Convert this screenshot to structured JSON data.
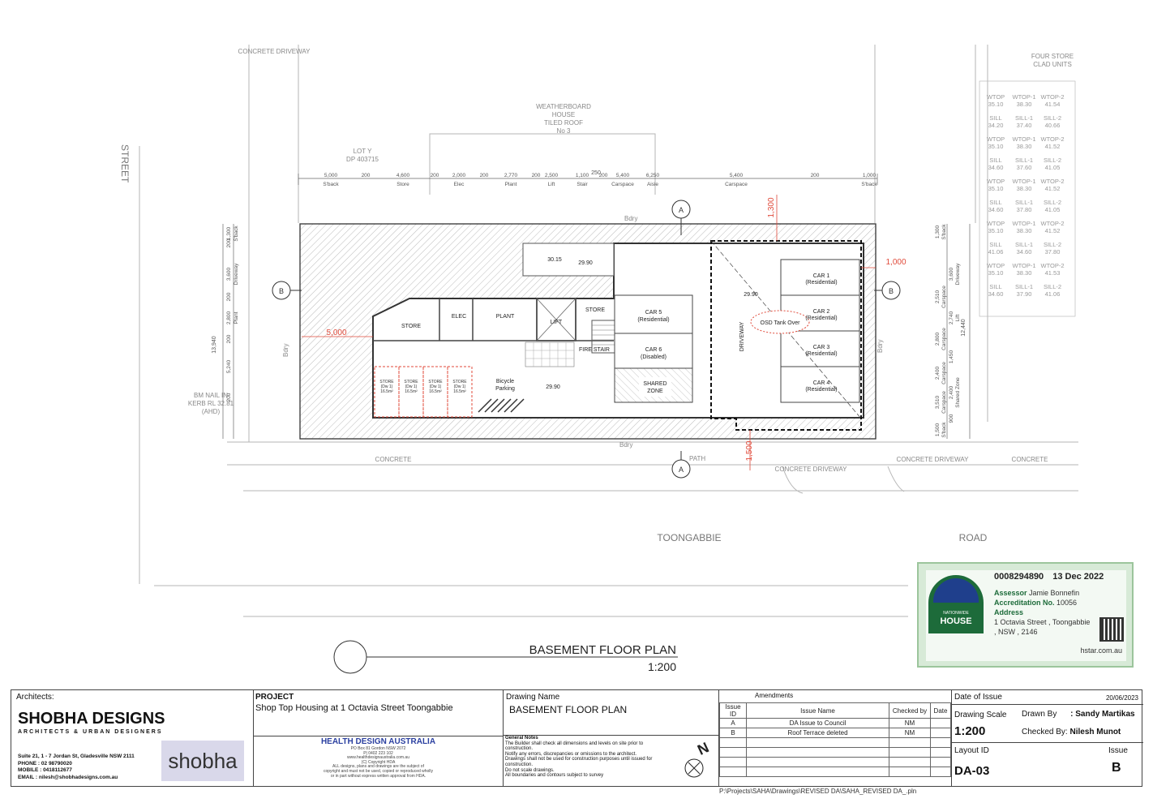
{
  "drawing": {
    "title": "BASEMENT FLOOR PLAN",
    "scale": "1:200",
    "street_left": "STREET",
    "road_bottom_left": "TOONGABBIE",
    "road_bottom_right": "ROAD",
    "concrete_driveway_top": "CONCRETE DRIVEWAY",
    "concrete_left": "CONCRETE",
    "concrete_right": "CONCRETE",
    "concrete_driveway_mid": "CONCRETE DRIVEWAY",
    "concrete_driveway_right": "CONCRETE DRIVEWAY",
    "weatherboard": [
      "WEATHERBOARD",
      "HOUSE",
      "TILED ROOF",
      "No 3"
    ],
    "lot": [
      "LOT Y",
      "DP 403715"
    ],
    "four_store": [
      "FOUR STORE",
      "CLAD UNITS"
    ],
    "bm": [
      "BM NAIL IN",
      "KERB RL 32.81",
      "(AHD)"
    ],
    "rooms": {
      "store_main": "STORE",
      "elec": "ELEC",
      "plant": "PLANT",
      "lift": "LIFT",
      "store_small": "STORE",
      "fire_stair": "FIRE STAIR",
      "bicycle": [
        "Bicycle",
        "Parking"
      ],
      "car5": [
        "CAR 5",
        "(Residential)"
      ],
      "car6": [
        "CAR 6",
        "(Disabled)"
      ],
      "shared": [
        "SHARED",
        "ZONE"
      ],
      "driveway": "DRIVEWAY",
      "car1": [
        "CAR 1",
        "(Residential)"
      ],
      "car2": [
        "CAR 2",
        "(Residential)"
      ],
      "car3": [
        "CAR 3",
        "(Residential)"
      ],
      "car4": [
        "CAR 4",
        "(Residential)"
      ],
      "osd": "OSD Tank Over",
      "stores": [
        [
          "STORE",
          "(Dw 1)",
          "16.5m²"
        ],
        [
          "STORE",
          "(Dw 1)",
          "16.5m²"
        ],
        [
          "STORE",
          "(Dw 1)",
          "16.5m²"
        ],
        [
          "STORE",
          "(Dw 1)",
          "16.5m²"
        ]
      ]
    },
    "levels": [
      "29.90",
      "29.90",
      "30.15",
      "29.90"
    ],
    "dims_top": [
      [
        "5,000",
        "S'back"
      ],
      [
        "200",
        ""
      ],
      [
        "4,600",
        "Store"
      ],
      [
        "200",
        ""
      ],
      [
        "2,000",
        "Elec"
      ],
      [
        "200",
        ""
      ],
      [
        "2,770",
        "Plant"
      ],
      [
        "200",
        ""
      ],
      [
        "2,500",
        "Lift"
      ],
      [
        "1,100",
        "Stair"
      ],
      [
        "200",
        ""
      ],
      [
        "5,400",
        "Carspace"
      ],
      [
        "6,250",
        "Aisle"
      ],
      [
        "5,400",
        "Carspace"
      ],
      [
        "200",
        ""
      ],
      [
        "1,000",
        "S'back"
      ]
    ],
    "dim_250": "250",
    "dims_red": [
      "5,000",
      "1,300",
      "1,000",
      "1,500"
    ],
    "dims_left": [
      [
        "1,300",
        "S'back"
      ],
      [
        "200",
        ""
      ],
      [
        "3,600",
        "Driveway"
      ],
      [
        "200",
        ""
      ],
      [
        "2,800",
        "Plant"
      ],
      [
        "200",
        ""
      ],
      [
        "5,240",
        ""
      ],
      [
        "200",
        ""
      ]
    ],
    "dim_left_total": "13,940",
    "dims_right": [
      [
        "1,300",
        "S'back"
      ],
      [
        "3,600",
        "Driveway"
      ],
      [
        "2,510",
        "Carspace"
      ],
      [
        "2,740",
        "Lift"
      ],
      [
        "2,800",
        "Carspace"
      ],
      [
        "1,450",
        ""
      ],
      [
        "2,400",
        "Carspace"
      ],
      [
        "2,400",
        "Shared Zone"
      ],
      [
        "3,510",
        "Carspace"
      ],
      [
        "900",
        ""
      ],
      [
        "1,500",
        "S'back"
      ]
    ],
    "dim_right_total": "12,440",
    "markers": [
      "A",
      "A",
      "B",
      "B"
    ],
    "bdry": "Bdry",
    "path": "PATH",
    "wtop_grid": [
      [
        "WTOP",
        "35.10",
        "WTOP-1",
        "38.30",
        "WTOP-2",
        "41.54"
      ],
      [
        "SILL",
        "34.20",
        "SILL-1",
        "37.40",
        "SILL-2",
        "40.66"
      ],
      [
        "WTOP",
        "35.10",
        "WTOP-1",
        "38.30",
        "WTOP-2",
        "41.52"
      ],
      [
        "SILL",
        "34.60",
        "SILL-1",
        "37.60",
        "SILL-2",
        "41.05"
      ],
      [
        "WTOP",
        "35.10",
        "WTOP-1",
        "38.30",
        "WTOP-2",
        "41.52"
      ],
      [
        "SILL",
        "34.60",
        "SILL-1",
        "37.80",
        "SILL-2",
        "41.05"
      ],
      [
        "WTOP",
        "35.10",
        "WTOP-1",
        "38.30",
        "WTOP-2",
        "41.52"
      ],
      [
        "SILL",
        "41.06",
        "SILL-1",
        "34.60",
        "SILL-2",
        "37.80"
      ],
      [
        "WTOP",
        "35.10",
        "WTOP-1",
        "38.30",
        "WTOP-2",
        "41.53"
      ],
      [
        "SILL",
        "34.60",
        "SILL-1",
        "37.90",
        "SILL-2",
        "41.06"
      ]
    ]
  },
  "certificate": {
    "number": "0008294890",
    "date": "13 Dec 2022",
    "assessor_label": "Assessor",
    "assessor": "Jamie Bonnefin",
    "accreditation_label": "Accreditation No.",
    "accreditation": "10056",
    "address_label": "Address",
    "address": [
      "1 Octavia Street , Toongabbie",
      ", NSW , 2146"
    ],
    "logo_line1": "NATIONWIDE",
    "logo_line2": "HOUSE",
    "site": "hstar.com.au"
  },
  "titleblock": {
    "architects_label": "Architects:",
    "firm": "SHOBHA DESIGNS",
    "firm_sub": "ARCHITECTS & URBAN DESIGNERS",
    "address": "Suite 21, 1 - 7 Jordan St, Gladesville NSW 2111",
    "phone_label": "PHONE",
    "phone": "02 98790020",
    "mobile_label": "MOBILE",
    "mobile": "0418112677",
    "email_label": "EMAIL",
    "email": "nilesh@shobhadesigns.com.au",
    "logo": "shobha",
    "project_label": "PROJECT",
    "project": "Shop Top Housing at 1 Octavia Street Toongabbie",
    "hda": "HEALTH DESIGN AUSTRALIA",
    "hda_lines": [
      "PO Box 81 Gordon NSW 2072",
      "P| 0402 223 102",
      "www.healthdesignaustralia.com.au",
      "(C) Copyright HDA",
      "ALL designs, plans and drawings are the subject of",
      "copyright and must not be used, copied or reproduced wholly",
      "or in part without express written approval from HDA."
    ],
    "drawing_name_label": "Drawing Name",
    "drawing_name": "BASEMENT FLOOR PLAN",
    "general_notes_label": "General Notes",
    "general_notes": [
      "The Builder shall check all dimensions and levels on site prior to",
      "construction.",
      "Notify any errors, discrepancies or omissions to the architect.",
      "Drawings shall not be used for construction purposes until issued for",
      "construction.",
      "Do not scale drawings.",
      "All boundaries and contours subject to survey"
    ],
    "north": "N",
    "amendments_label": "Amendments",
    "amend_headers": [
      "Issue ID",
      "Issue Name",
      "Checked by",
      "Date"
    ],
    "amendments": [
      [
        "A",
        "DA Issue to Council",
        "NM",
        ""
      ],
      [
        "B",
        "Roof Terrace deleted",
        "NM",
        ""
      ]
    ],
    "date_issue_label": "Date of Issue",
    "date_issue": "20/06/2023",
    "scale_label": "Drawing Scale",
    "scale": "1:200",
    "drawn_by_label": "Drawn By",
    "drawn_by": ": Sandy Martikas",
    "checked_by_label": "Checked By:",
    "checked_by": "Nilesh Munot",
    "layout_label": "Layout ID",
    "layout": "DA-03",
    "issue_label": "Issue",
    "issue": "B",
    "file_path": "P:\\Projects\\SAHA\\Drawings\\REVISED DA\\SAHA_REVISED DA_.pln"
  }
}
